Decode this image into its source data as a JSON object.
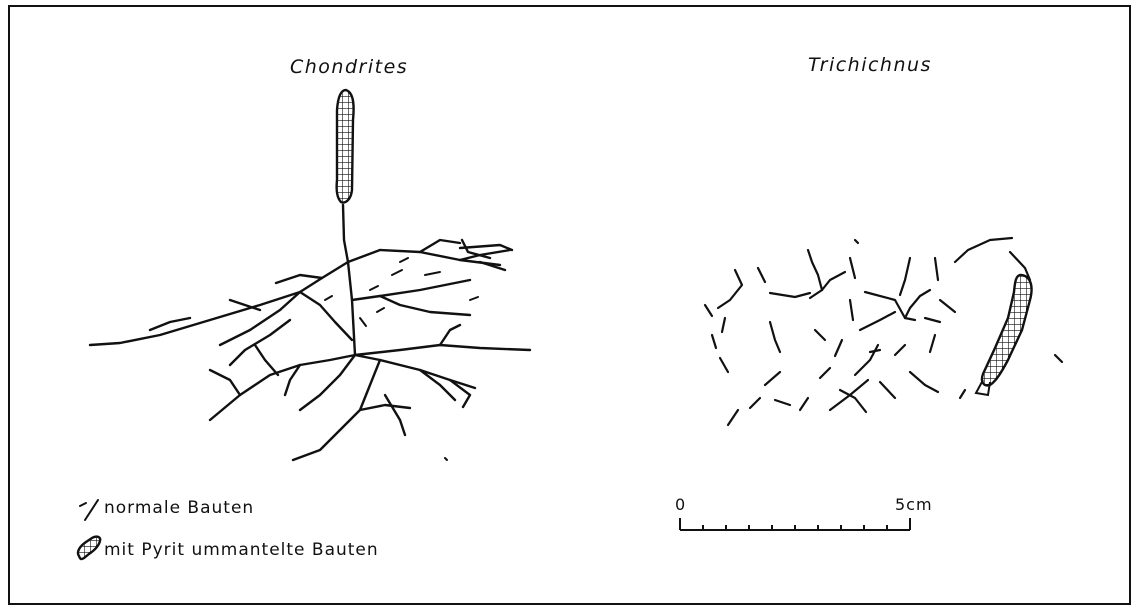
{
  "figure": {
    "left_panel": {
      "title": "Chondrites"
    },
    "right_panel": {
      "title": "Trichichnus"
    },
    "legend": {
      "items": [
        {
          "icon": "normal-burrow-icon",
          "label": "normale Bauten"
        },
        {
          "icon": "pyrite-burrow-icon",
          "label": "mit Pyrit ummantelte Bauten"
        }
      ]
    },
    "scale_bar": {
      "start_label": "0",
      "end_label": "5cm",
      "divisions": 10
    },
    "colors": {
      "ink": "#111111",
      "background": "#ffffff"
    }
  }
}
